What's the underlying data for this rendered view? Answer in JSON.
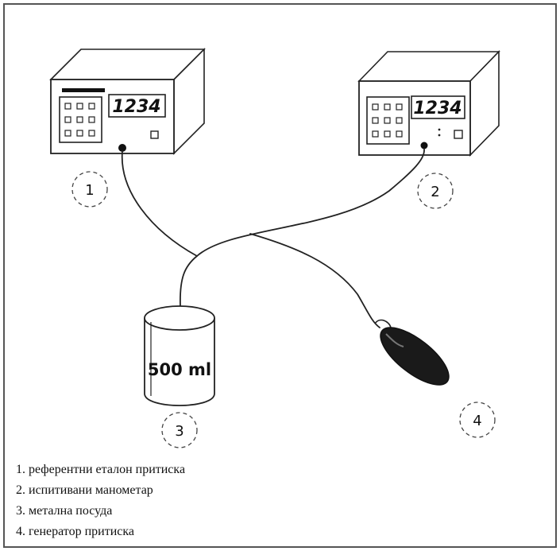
{
  "diagram": {
    "instrument_1": {
      "display": "1234"
    },
    "instrument_2": {
      "display": "1234"
    },
    "container_label": "500 ml",
    "callouts": [
      "1",
      "2",
      "3",
      "4"
    ],
    "legend": [
      "1. референтни еталон притиска",
      "2. испитивани манометар",
      "3. метална посуда",
      "4. генератор притиска"
    ]
  }
}
